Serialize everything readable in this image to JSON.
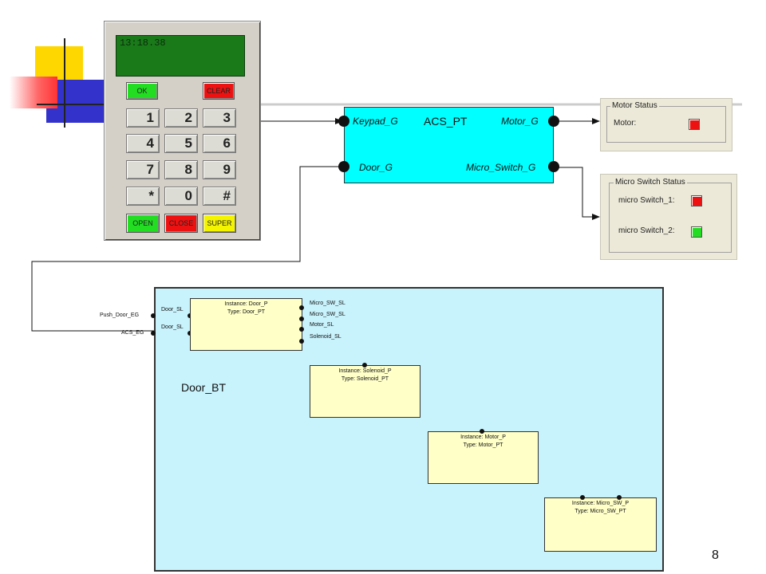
{
  "keypad": {
    "display": "13:18.38",
    "ok": "OK",
    "clear": "CLEAR",
    "digits": [
      "1",
      "2",
      "3",
      "4",
      "5",
      "6",
      "7",
      "8",
      "9",
      "*",
      "0",
      "#"
    ],
    "open": "OPEN",
    "close": "CLOSE",
    "super": "SUPER"
  },
  "acs": {
    "title": "ACS_PT",
    "keypad_port": "Keypad_G",
    "door_port": "Door_G",
    "motor_port": "Motor_G",
    "micro_port": "Micro_Switch_G"
  },
  "motor_status": {
    "group_title": "Motor Status",
    "label": "Motor:",
    "led_color": "#ee1111"
  },
  "micro_status": {
    "group_title": "Micro Switch Status",
    "switch1_label": "micro Switch_1:",
    "switch2_label": "micro Switch_2:",
    "switch1_color": "#ee1111",
    "switch2_color": "#22dd22"
  },
  "door_bt": {
    "title": "Door_BT",
    "ext_push": "Push_Door_EG",
    "ext_acs": "ACS_EG",
    "door_sl_1": "Door_SL",
    "door_sl_2": "Door_SL",
    "door_p": {
      "instance": "Instance: Door_P",
      "type": "Type: Door_PT"
    },
    "out_labels": [
      "Micro_SW_SL",
      "Micro_SW_SL",
      "Motor_SL",
      "Solenoid_SL"
    ],
    "solenoid_p": {
      "instance": "Instance: Solenoid_P",
      "type": "Type: Solenoid_PT"
    },
    "motor_p": {
      "instance": "Instance: Motor_P",
      "type": "Type: Motor_PT"
    },
    "micro_sw_p": {
      "instance": "Instance: Micro_SW_P",
      "type": "Type: Micro_SW_PT"
    }
  },
  "page_number": "8"
}
